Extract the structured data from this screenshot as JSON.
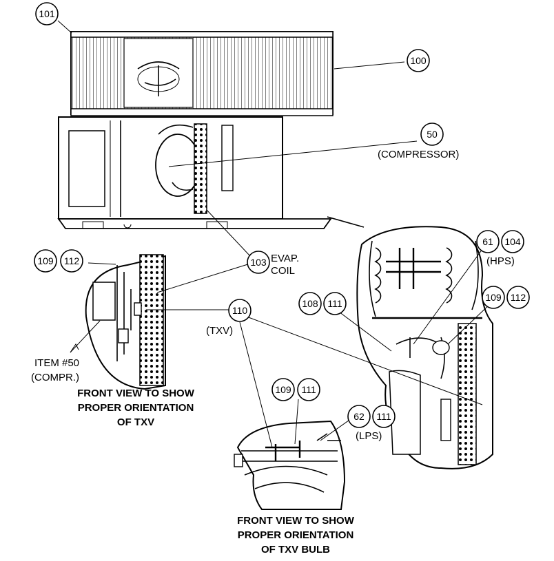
{
  "callouts": {
    "top_left": "101",
    "top_right": "100",
    "compressor": "50",
    "left_109": "109",
    "left_112": "112",
    "evap_coil": "103",
    "right_61": "61",
    "right_104": "104",
    "right_108": "108",
    "right_111": "111",
    "right_109": "109",
    "right_112": "112",
    "txv": "110",
    "bottom_109": "109",
    "bottom_111": "111",
    "lps_62": "62",
    "lps_111": "111"
  },
  "labels": {
    "compressor": "(COMPRESSOR)",
    "evap_line1": "EVAP.",
    "evap_line2": "COIL",
    "hps": "(HPS)",
    "txv": "(TXV)",
    "lps": "(LPS)",
    "item50_line1": "ITEM #50",
    "item50_line2": "(COMPR.)"
  },
  "captions": {
    "front_view_txv": [
      "FRONT VIEW TO SHOW",
      "PROPER ORIENTATION",
      "OF TXV"
    ],
    "front_view_txv_bulb": [
      "FRONT VIEW TO SHOW",
      "PROPER ORIENTATION",
      "OF TXV BULB"
    ]
  }
}
